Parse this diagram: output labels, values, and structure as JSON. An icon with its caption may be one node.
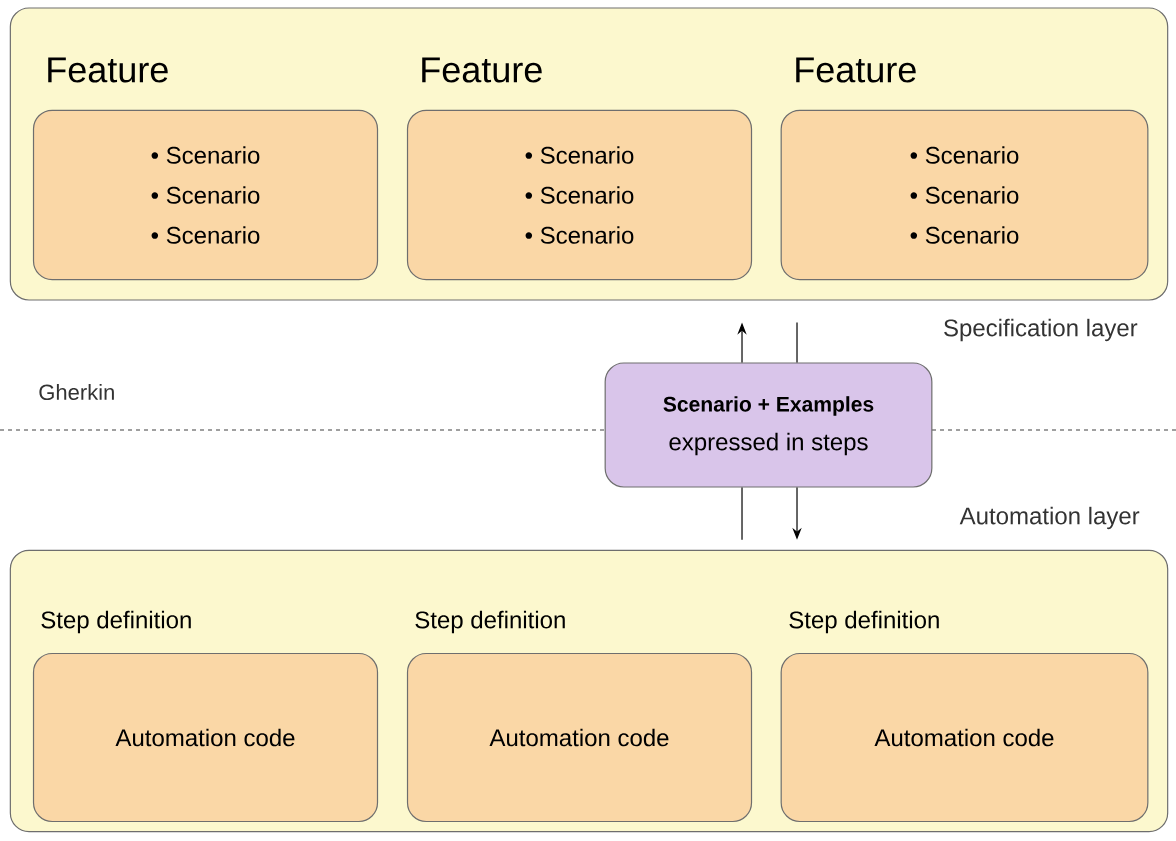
{
  "diagram": {
    "nodes": [
      {
        "text": [],
        "shape": "box",
        "beside": [
          "Specification layer"
        ]
      },
      {
        "text": [
          "Feature",
          "• Scenario",
          "• Scenario",
          "• Scenario"
        ],
        "in": 0
      },
      {
        "text": [
          "Feature",
          "• Scenario",
          "• Scenario",
          "• Scenario"
        ],
        "in": 0
      },
      {
        "text": [
          "Feature",
          "• Scenario",
          "• Scenario",
          "• Scenario"
        ],
        "in": 0
      },
      {
        "text": [
          "Scenario + Examples",
          "expressed in steps"
        ]
      },
      {
        "text": [],
        "shape": "box",
        "beside": [
          "Automation layer"
        ]
      },
      {
        "text": [
          "Step definition",
          "Automation code"
        ],
        "in": 5
      },
      {
        "text": [
          "Step definition",
          "Automation code"
        ],
        "in": 5
      },
      {
        "text": [
          "Step definition",
          "Automation code"
        ],
        "in": 5
      }
    ],
    "edges": [
      {
        "from": 4,
        "to": 0,
        "arrow": "to"
      },
      {
        "from": 0,
        "to": 4,
        "arrow": "none"
      },
      {
        "from": 4,
        "to": 5,
        "arrow": "none"
      },
      {
        "from": 4,
        "to": 5,
        "arrow": "to"
      }
    ],
    "labels": [
      "Gherkin"
    ]
  }
}
